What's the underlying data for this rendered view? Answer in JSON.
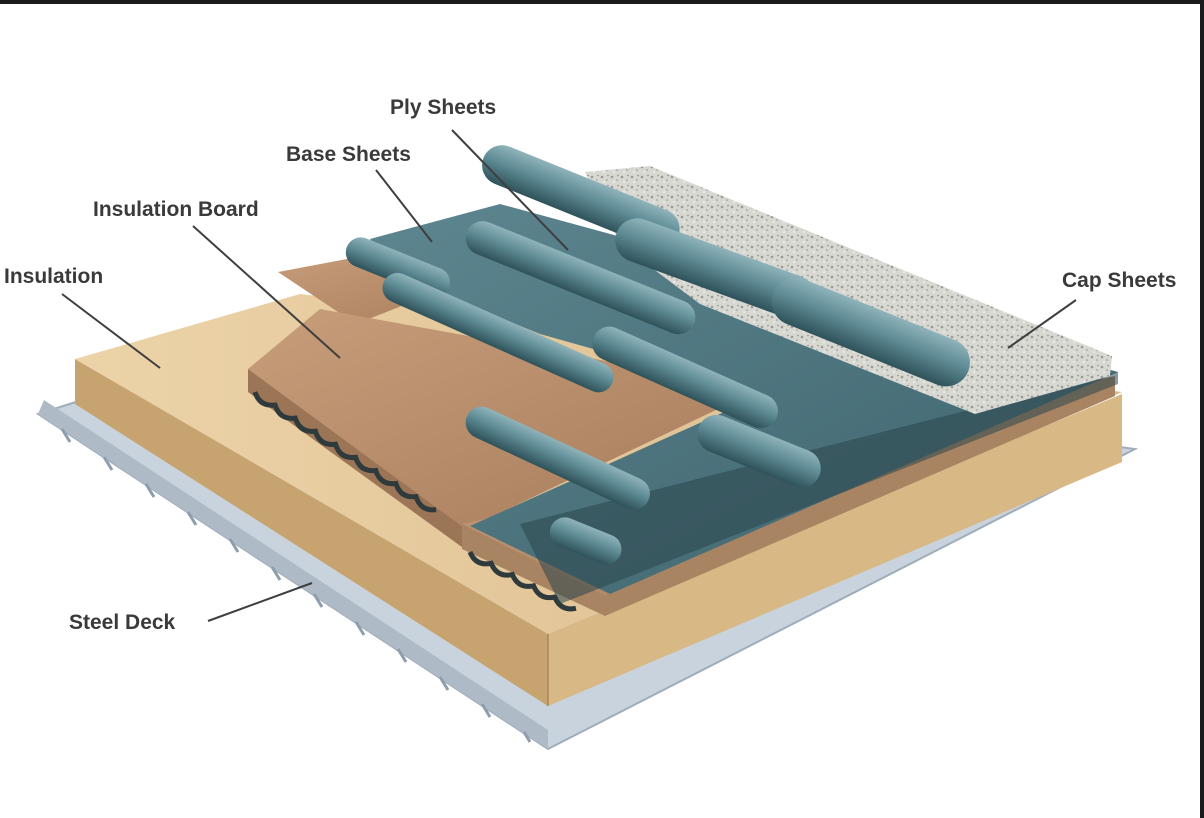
{
  "diagram": {
    "labels": {
      "ply_sheets": "Ply Sheets",
      "base_sheets": "Base Sheets",
      "insulation_board": "Insulation Board",
      "insulation": "Insulation",
      "cap_sheets": "Cap Sheets",
      "steel_deck": "Steel Deck"
    },
    "colors": {
      "steel_deck": "#c9d3dd",
      "insulation": "#e3c696",
      "insulation_board": "#b88f6c",
      "membrane": "#4e7882",
      "roll": "#5f8c96",
      "cap_granules": "#dcdcd6",
      "background": "#ffffff"
    }
  }
}
